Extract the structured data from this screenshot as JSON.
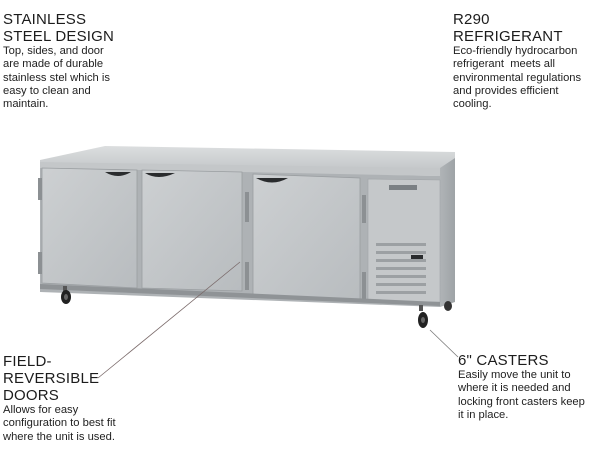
{
  "callouts": {
    "stainless": {
      "title_line1": "STAINLESS",
      "title_line2": "STEEL DESIGN",
      "body": [
        "Top, sides, and door",
        "are made of durable",
        "stainless stel which is",
        "easy to clean and",
        "maintain."
      ]
    },
    "refrigerant": {
      "title": "R290 REFRIGERANT",
      "body": [
        "Eco-friendly hydrocarbon",
        "refrigerant  meets all",
        "environmental regulations",
        "and provides efficient",
        "cooling."
      ]
    },
    "doors": {
      "title_lines": [
        "FIELD-",
        "REVERSIBLE",
        "DOORS"
      ],
      "body": [
        "Allows for easy",
        "configuration to best fit",
        "where the unit is used."
      ]
    },
    "casters": {
      "title": "6\" CASTERS",
      "body": [
        "Easily move the unit to",
        "where it is needed and",
        "locking front casters keep",
        "it in place."
      ]
    }
  },
  "product": {
    "name": "undercounter-refrigerator",
    "door_count": 3,
    "colors": {
      "steel_light": "#c9ccce",
      "steel_mid": "#b3b7ba",
      "steel_dark": "#8e9396",
      "top": "#d3d5d6",
      "handle": "#2a2c2e",
      "leader_line": "#7a6a6a"
    }
  }
}
